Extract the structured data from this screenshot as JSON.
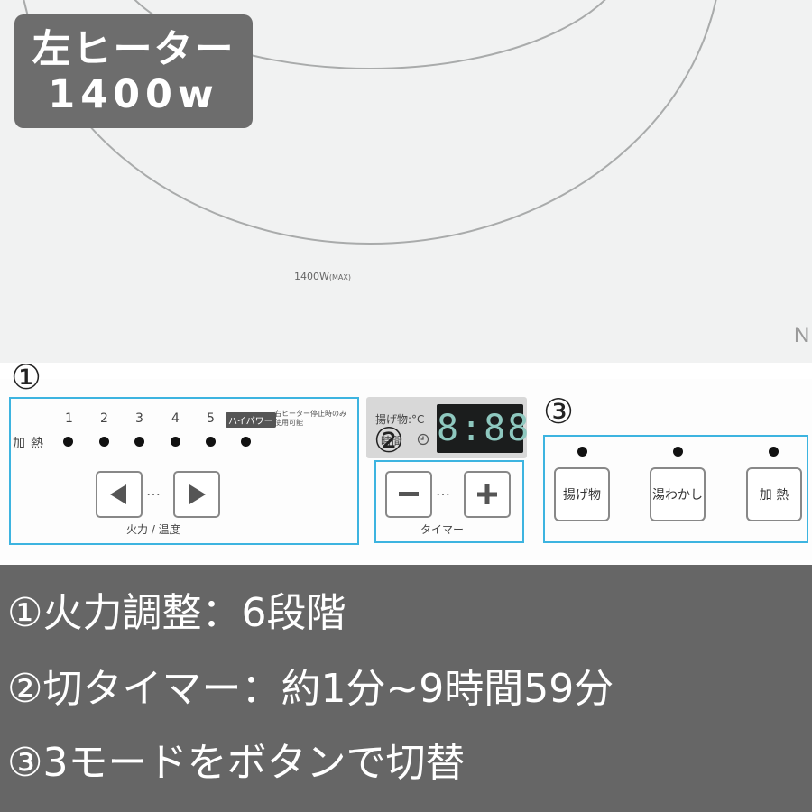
{
  "heater_label": {
    "line1": "左ヒーター",
    "line2": "1400w"
  },
  "cooktop": {
    "max_label": "1400W",
    "max_suffix": "(MAX)",
    "brand_fragment": "N"
  },
  "section1": {
    "marker": "①",
    "levels": [
      "1",
      "2",
      "3",
      "4",
      "5"
    ],
    "row_label": "加熱",
    "hipower_label": "ハイパワー",
    "hipower_note": [
      "右ヒーター停止時のみ",
      "使用可能"
    ],
    "left_button_icon": "triangle-left-icon",
    "right_button_icon": "triangle-right-icon",
    "ellipsis": "…",
    "caption": "火力 / 温度"
  },
  "section2": {
    "marker": "②",
    "display_label1": "揚げ物:°C",
    "display_label2": "時間",
    "clock_icon": "clock-icon",
    "lcd_value": "8:88",
    "minus_icon": "minus-icon",
    "plus_icon": "plus-icon",
    "ellipsis": "…",
    "caption": "タイマー"
  },
  "section3": {
    "marker": "③",
    "modes": [
      "揚げ物",
      "湯わかし",
      "加 熱"
    ]
  },
  "features": [
    "①火力調整：6段階",
    "②切タイマー：約1分~9時間59分",
    "③3モードをボタンで切替"
  ],
  "colors": {
    "outline_blue": "#3db4e0",
    "bottom_banner": "#666666",
    "label_box": "#6d6d6d",
    "lcd_digits": "#8ec8bf"
  }
}
